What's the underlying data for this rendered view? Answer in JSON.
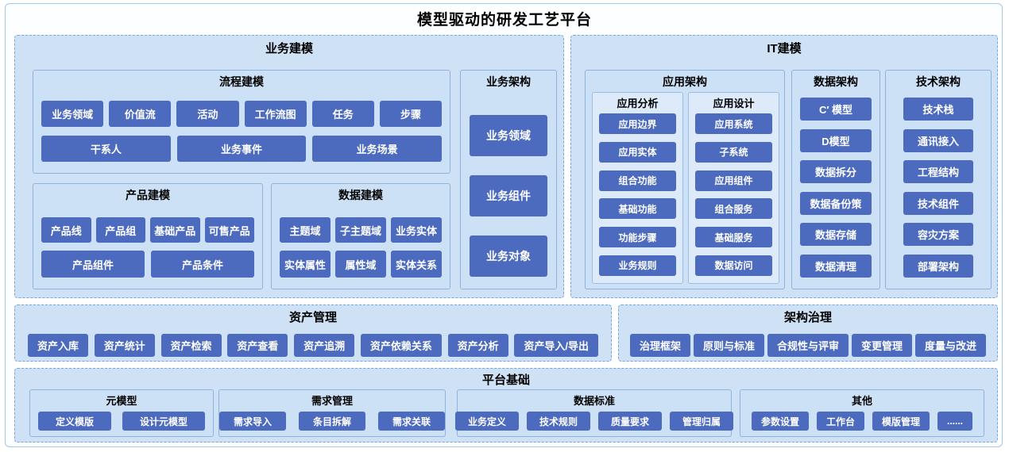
{
  "colors": {
    "chip_blue": "#4d6bbe",
    "section_fill": "#cfe1f5",
    "panel_border": "#8fb3de",
    "frame_border": "#a5c7ea"
  },
  "title": "模型驱动的研发工艺平台",
  "business_modeling": {
    "title": "业务建模",
    "process": {
      "title": "流程建模",
      "row1": [
        "业务领域",
        "价值流",
        "活动",
        "工作流图",
        "任务",
        "步骤"
      ],
      "row2": [
        "干系人",
        "业务事件",
        "业务场景"
      ]
    },
    "product": {
      "title": "产品建模",
      "row1": [
        "产品线",
        "产品组",
        "基础产品",
        "可售产品"
      ],
      "row2": [
        "产品组件",
        "产品条件"
      ]
    },
    "data": {
      "title": "数据建模",
      "row1": [
        "主题域",
        "子主题域",
        "业务实体"
      ],
      "row2": [
        "实体属性",
        "属性域",
        "实体关系"
      ]
    },
    "architecture": {
      "title": "业务架构",
      "items": [
        "业务领域",
        "业务组件",
        "业务对象"
      ]
    }
  },
  "it_modeling": {
    "title": "IT建模",
    "app_architecture": {
      "title": "应用架构",
      "analysis": {
        "title": "应用分析",
        "items": [
          "应用边界",
          "应用实体",
          "组合功能",
          "基础功能",
          "功能步骤",
          "业务规则"
        ]
      },
      "design": {
        "title": "应用设计",
        "items": [
          "应用系统",
          "子系统",
          "应用组件",
          "组合服务",
          "基础服务",
          "数据访问"
        ]
      }
    },
    "data_architecture": {
      "title": "数据架构",
      "items": [
        "C′ 模型",
        "D模型",
        "数据拆分",
        "数据备份策",
        "数据存储",
        "数据清理"
      ]
    },
    "tech_architecture": {
      "title": "技术架构",
      "items": [
        "技术栈",
        "通讯接入",
        "工程结构",
        "技术组件",
        "容灾方案",
        "部署架构"
      ]
    }
  },
  "asset_management": {
    "title": "资产管理",
    "items": [
      "资产入库",
      "资产统计",
      "资产检索",
      "资产查看",
      "资产追溯",
      "资产依赖关系",
      "资产分析",
      "资产导入/导出"
    ]
  },
  "governance": {
    "title": "架构治理",
    "items": [
      "治理框架",
      "原则与标准",
      "合规性与评审",
      "变更管理",
      "度量与改进"
    ]
  },
  "platform": {
    "title": "平台基础",
    "meta_model": {
      "title": "元模型",
      "items": [
        "定义模版",
        "设计元模型"
      ]
    },
    "requirements": {
      "title": "需求管理",
      "items": [
        "需求导入",
        "条目拆解",
        "需求关联"
      ]
    },
    "data_standard": {
      "title": "数据标准",
      "items": [
        "业务定义",
        "技术规则",
        "质量要求",
        "管理归属"
      ]
    },
    "others": {
      "title": "其他",
      "items": [
        "参数设置",
        "工作台",
        "模版管理",
        "......"
      ]
    }
  }
}
